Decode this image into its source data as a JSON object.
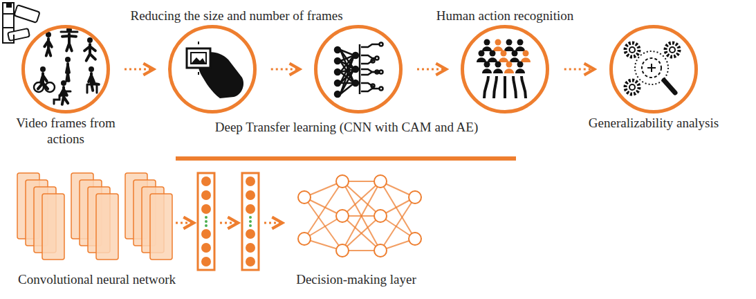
{
  "diagram": {
    "nodes": [
      {
        "text": [
          "Video frames from actions"
        ]
      },
      {
        "text": [
          "Reducing the size and number of frames"
        ]
      },
      {
        "text": [
          "Deep Transfer learning (CNN with CAM and AE)"
        ]
      },
      {
        "text": [
          "Human action recognition"
        ]
      },
      {
        "text": [
          "Generalizability analysis"
        ]
      },
      {
        "text": [
          "Convolutional neural network"
        ]
      },
      {
        "text": [
          "Decision-making layer"
        ]
      }
    ],
    "edges": [
      {
        "from": 0,
        "to": 1,
        "arrow": "to"
      },
      {
        "from": 1,
        "to": 2,
        "arrow": "to"
      },
      {
        "from": 2,
        "to": 3,
        "arrow": "to"
      },
      {
        "from": 3,
        "to": 4,
        "arrow": "to"
      }
    ]
  }
}
